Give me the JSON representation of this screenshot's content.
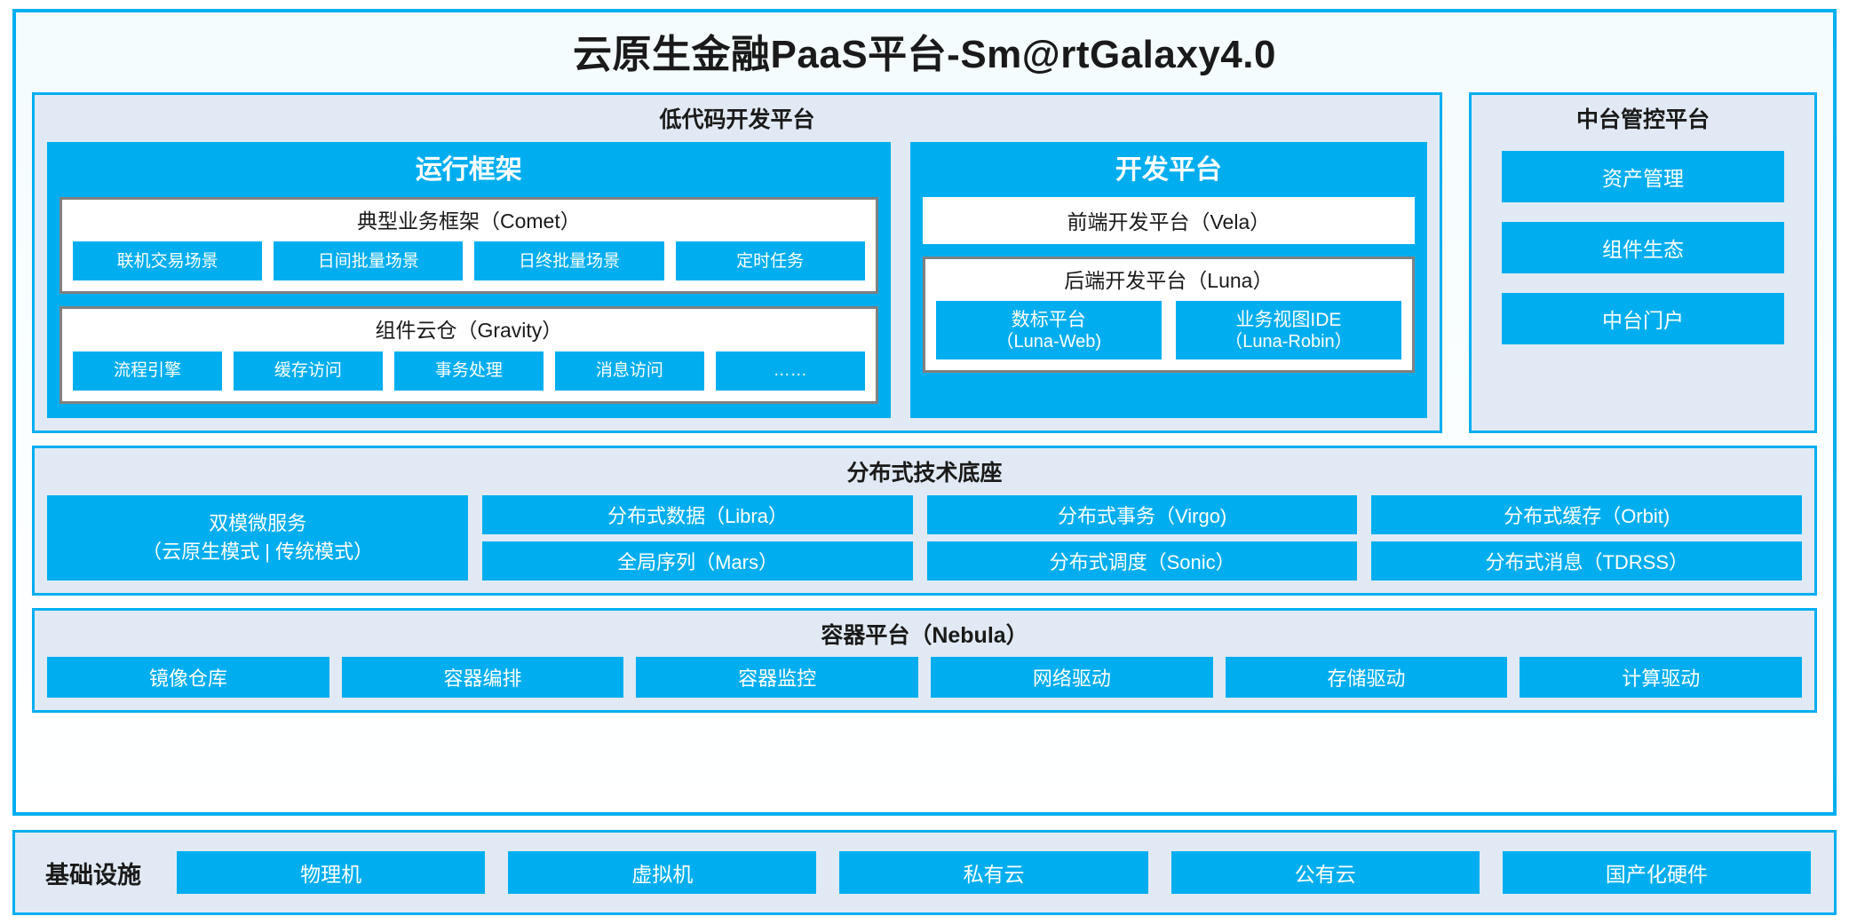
{
  "title": "云原生金融PaaS平台-Sm@rtGalaxy4.0",
  "colors": {
    "accent_blue": "#00AEEF",
    "panel_fill": "#e1eaf4",
    "box_border_gray": "#808080",
    "text_dark": "#1a1a1a",
    "text_white": "#ffffff"
  },
  "lowcode": {
    "title": "低代码开发平台",
    "runtime": {
      "title": "运行框架",
      "comet": {
        "title": "典型业务框架（Comet）",
        "items": [
          "联机交易场景",
          "日间批量场景",
          "日终批量场景",
          "定时任务"
        ]
      },
      "gravity": {
        "title": "组件云仓（Gravity）",
        "items": [
          "流程引擎",
          "缓存访问",
          "事务处理",
          "消息访问",
          "……"
        ]
      }
    },
    "devplatform": {
      "title": "开发平台",
      "frontend": "前端开发平台（Vela）",
      "backend": {
        "title": "后端开发平台（Luna）",
        "items": [
          {
            "name": "数标平台",
            "sub": "（Luna-Web)"
          },
          {
            "name": "业务视图IDE",
            "sub": "（Luna-Robin）"
          }
        ]
      }
    }
  },
  "management": {
    "title": "中台管控平台",
    "items": [
      "资产管理",
      "组件生态",
      "中台门户"
    ]
  },
  "techbase": {
    "title": "分布式技术底座",
    "microservice": {
      "line1": "双模微服务",
      "line2": "（云原生模式 | 传统模式）"
    },
    "columns": [
      [
        "分布式数据（Libra）",
        "全局序列（Mars）"
      ],
      [
        "分布式事务（Virgo)",
        "分布式调度（Sonic）"
      ],
      [
        "分布式缓存（Orbit)",
        "分布式消息（TDRSS）"
      ]
    ]
  },
  "container": {
    "title": "容器平台（Nebula）",
    "items": [
      "镜像仓库",
      "容器编排",
      "容器监控",
      "网络驱动",
      "存储驱动",
      "计算驱动"
    ]
  },
  "infrastructure": {
    "label": "基础设施",
    "items": [
      "物理机",
      "虚拟机",
      "私有云",
      "公有云",
      "国产化硬件"
    ]
  }
}
